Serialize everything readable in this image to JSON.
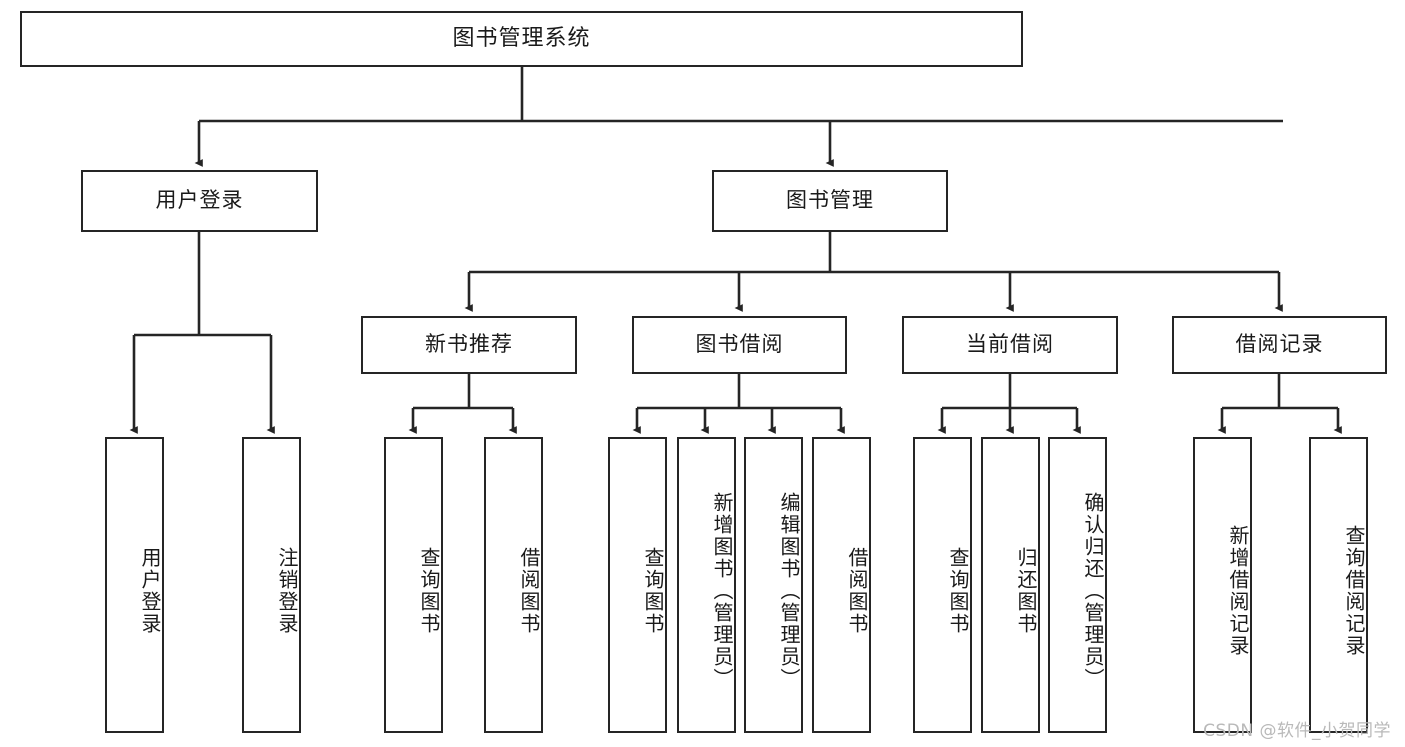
{
  "diagram": {
    "title": "图书管理系统",
    "type": "tree-hierarchy-chart",
    "watermark": "CSDN @软件_小贺同学",
    "colors": {
      "stroke": "#252525",
      "fill": "#ffffff",
      "text": "#1a1a1a",
      "watermark": "#b9b9b9"
    },
    "nodes": {
      "root": {
        "label": "图书管理系统"
      },
      "level1": [
        {
          "id": "user-login",
          "label": "用户登录"
        },
        {
          "id": "book-manage",
          "label": "图书管理"
        }
      ],
      "level2": [
        {
          "id": "new-book-rec",
          "label": "新书推荐"
        },
        {
          "id": "book-borrow",
          "label": "图书借阅"
        },
        {
          "id": "current-borrow",
          "label": "当前借阅"
        },
        {
          "id": "borrow-record",
          "label": "借阅记录"
        }
      ],
      "leaves": {
        "user-login": [
          {
            "id": "leaf-user-login",
            "label": "用户登录"
          },
          {
            "id": "leaf-logout",
            "label": "注销登录"
          }
        ],
        "new-book-rec": [
          {
            "id": "leaf-query-book-1",
            "label": "查询图书"
          },
          {
            "id": "leaf-borrow-book-1",
            "label": "借阅图书"
          }
        ],
        "book-borrow": [
          {
            "id": "leaf-query-book-2",
            "label": "查询图书"
          },
          {
            "id": "leaf-add-book",
            "label": "新增图书（管理员）"
          },
          {
            "id": "leaf-edit-book",
            "label": "编辑图书（管理员）"
          },
          {
            "id": "leaf-borrow-book-2",
            "label": "借阅图书"
          }
        ],
        "current-borrow": [
          {
            "id": "leaf-query-book-3",
            "label": "查询图书"
          },
          {
            "id": "leaf-return-book",
            "label": "归还图书"
          },
          {
            "id": "leaf-confirm-return",
            "label": "确认归还（管理员）"
          }
        ],
        "borrow-record": [
          {
            "id": "leaf-add-record",
            "label": "新增借阅记录"
          },
          {
            "id": "leaf-query-record",
            "label": "查询借阅记录"
          }
        ]
      }
    }
  }
}
